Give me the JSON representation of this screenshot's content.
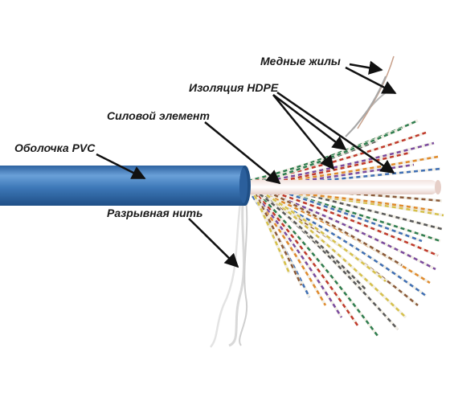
{
  "labels": {
    "copper_wires": "Медные жилы",
    "hdpe_insulation": "Изоляция HDPE",
    "strength_member": "Силовой элемент",
    "pvc_sheath": "Оболочка PVC",
    "rip_cord": "Разрывная нить"
  },
  "colors": {
    "sheath_blue": "#3d78b8",
    "sheath_light": "#6aa0d8",
    "sheath_dark": "#1f4f86",
    "arrow": "#111111",
    "pair_colors": [
      "#2e7d4f",
      "#c0392b",
      "#7a4a9e",
      "#e08a2c",
      "#3f6fb5",
      "#8a5a3a",
      "#d6c04a",
      "#5a5a5a"
    ]
  }
}
